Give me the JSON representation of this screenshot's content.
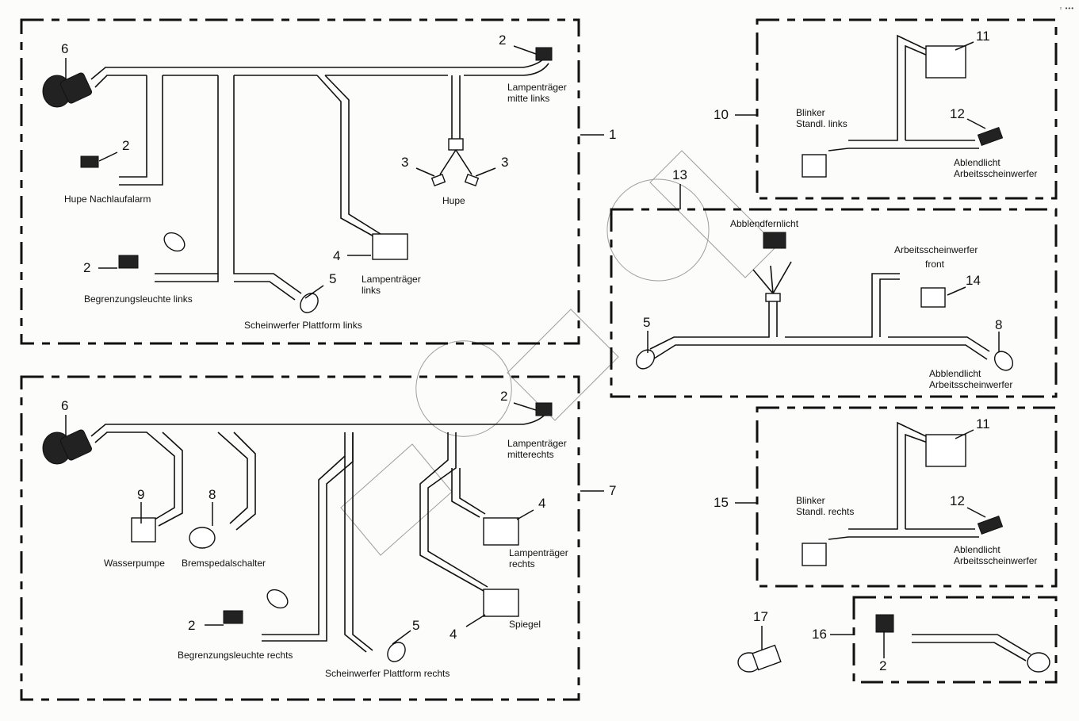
{
  "diagram": {
    "type": "wiring-harness-exploded-view",
    "corner_icons": [
      "print-icon",
      "more-icon"
    ]
  },
  "groups": [
    {
      "id": "1",
      "label": "1"
    },
    {
      "id": "7",
      "label": "7"
    },
    {
      "id": "10",
      "label": "10"
    },
    {
      "id": "13",
      "label": "13"
    },
    {
      "id": "15",
      "label": "15"
    },
    {
      "id": "16",
      "label": "16"
    }
  ],
  "group1": {
    "callouts": {
      "main_connector": "6",
      "horn_alarm": "2",
      "lamp_mid_left": "2",
      "horn_a": "3",
      "horn_b": "3",
      "lamp_left": "4",
      "marker_left": "2",
      "headlight_left": "5"
    },
    "labels": {
      "horn_alarm": "Hupe Nachlaufalarm",
      "lamp_mid_left_1": "Lampenträger",
      "lamp_mid_left_2": "mitte links",
      "horn": "Hupe",
      "lamp_left_1": "Lampenträger",
      "lamp_left_2": "links",
      "marker_left": "Begrenzungsleuchte links",
      "headlight_left": "Scheinwerfer Plattform links"
    }
  },
  "group7": {
    "callouts": {
      "main_connector": "6",
      "water_pump": "9",
      "brake_switch": "8",
      "lamp_mid_right": "2",
      "lamp_right": "4",
      "marker_right": "2",
      "headlight_right": "5",
      "mirror": "4"
    },
    "labels": {
      "water_pump": "Wasserpumpe",
      "brake_switch": "Bremspedalschalter",
      "lamp_mid_right_1": "Lampenträger",
      "lamp_mid_right_2": "mitterechts",
      "lamp_right_1": "Lampenträger",
      "lamp_right_2": "rechts",
      "mirror": "Spiegel",
      "marker_right": "Begrenzungsleuchte rechts",
      "headlight_right": "Scheinwerfer Plattform rechts"
    }
  },
  "group10": {
    "callouts": {
      "c11": "11",
      "c12": "12"
    },
    "labels": {
      "blinker_1": "Blinker",
      "blinker_2": "Standl. links",
      "low_1": "Ablendlicht",
      "low_2": "Arbeitsscheinwerfer"
    }
  },
  "group13": {
    "callouts": {
      "c5": "5",
      "c14": "14",
      "c8": "8"
    },
    "labels": {
      "dipped": "Abblendfernlicht",
      "front_1": "Arbeitsscheinwerfer",
      "front_2": "front",
      "low_1": "Abblendlicht",
      "low_2": "Arbeitsscheinwerfer"
    }
  },
  "group15": {
    "callouts": {
      "c11": "11",
      "c12": "12"
    },
    "labels": {
      "blinker_1": "Blinker",
      "blinker_2": "Standl. rechts",
      "low_1": "Ablendlicht",
      "low_2": "Arbeitsscheinwerfer"
    }
  },
  "group16": {
    "callouts": {
      "c2": "2"
    }
  },
  "loose": {
    "c17": "17"
  }
}
